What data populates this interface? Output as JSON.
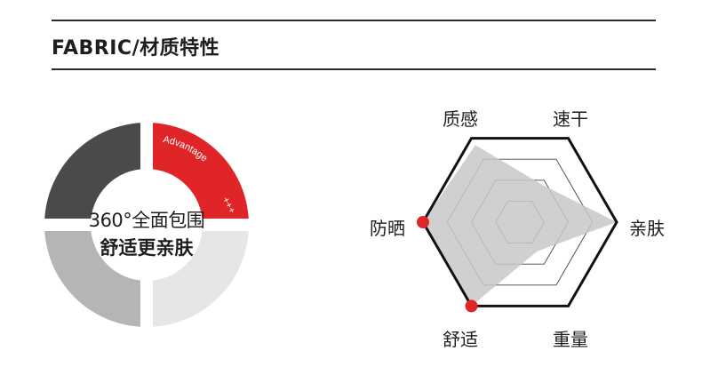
{
  "section": {
    "title": "FABRIC/材质特性"
  },
  "ring": {
    "badge_text": "Advantage",
    "plus_marks": "+++",
    "title": "360°全面包围",
    "subtitle": "舒适更亲肤",
    "colors": {
      "dark": "#4a4a4a",
      "accent": "#e02528",
      "mid": "#b5b5b5",
      "light": "#e6e6e6"
    }
  },
  "radar": {
    "axes": [
      "质感",
      "速干",
      "亲肤",
      "重量",
      "舒适",
      "防晒"
    ],
    "values": [
      0.92,
      0.45,
      1.0,
      0.35,
      1.0,
      1.0
    ],
    "highlighted": [
      "防晒",
      "舒适"
    ],
    "levels": 4,
    "colors": {
      "fill": "#c8c8c8",
      "outline": "#111111",
      "marker": "#e02528"
    }
  }
}
